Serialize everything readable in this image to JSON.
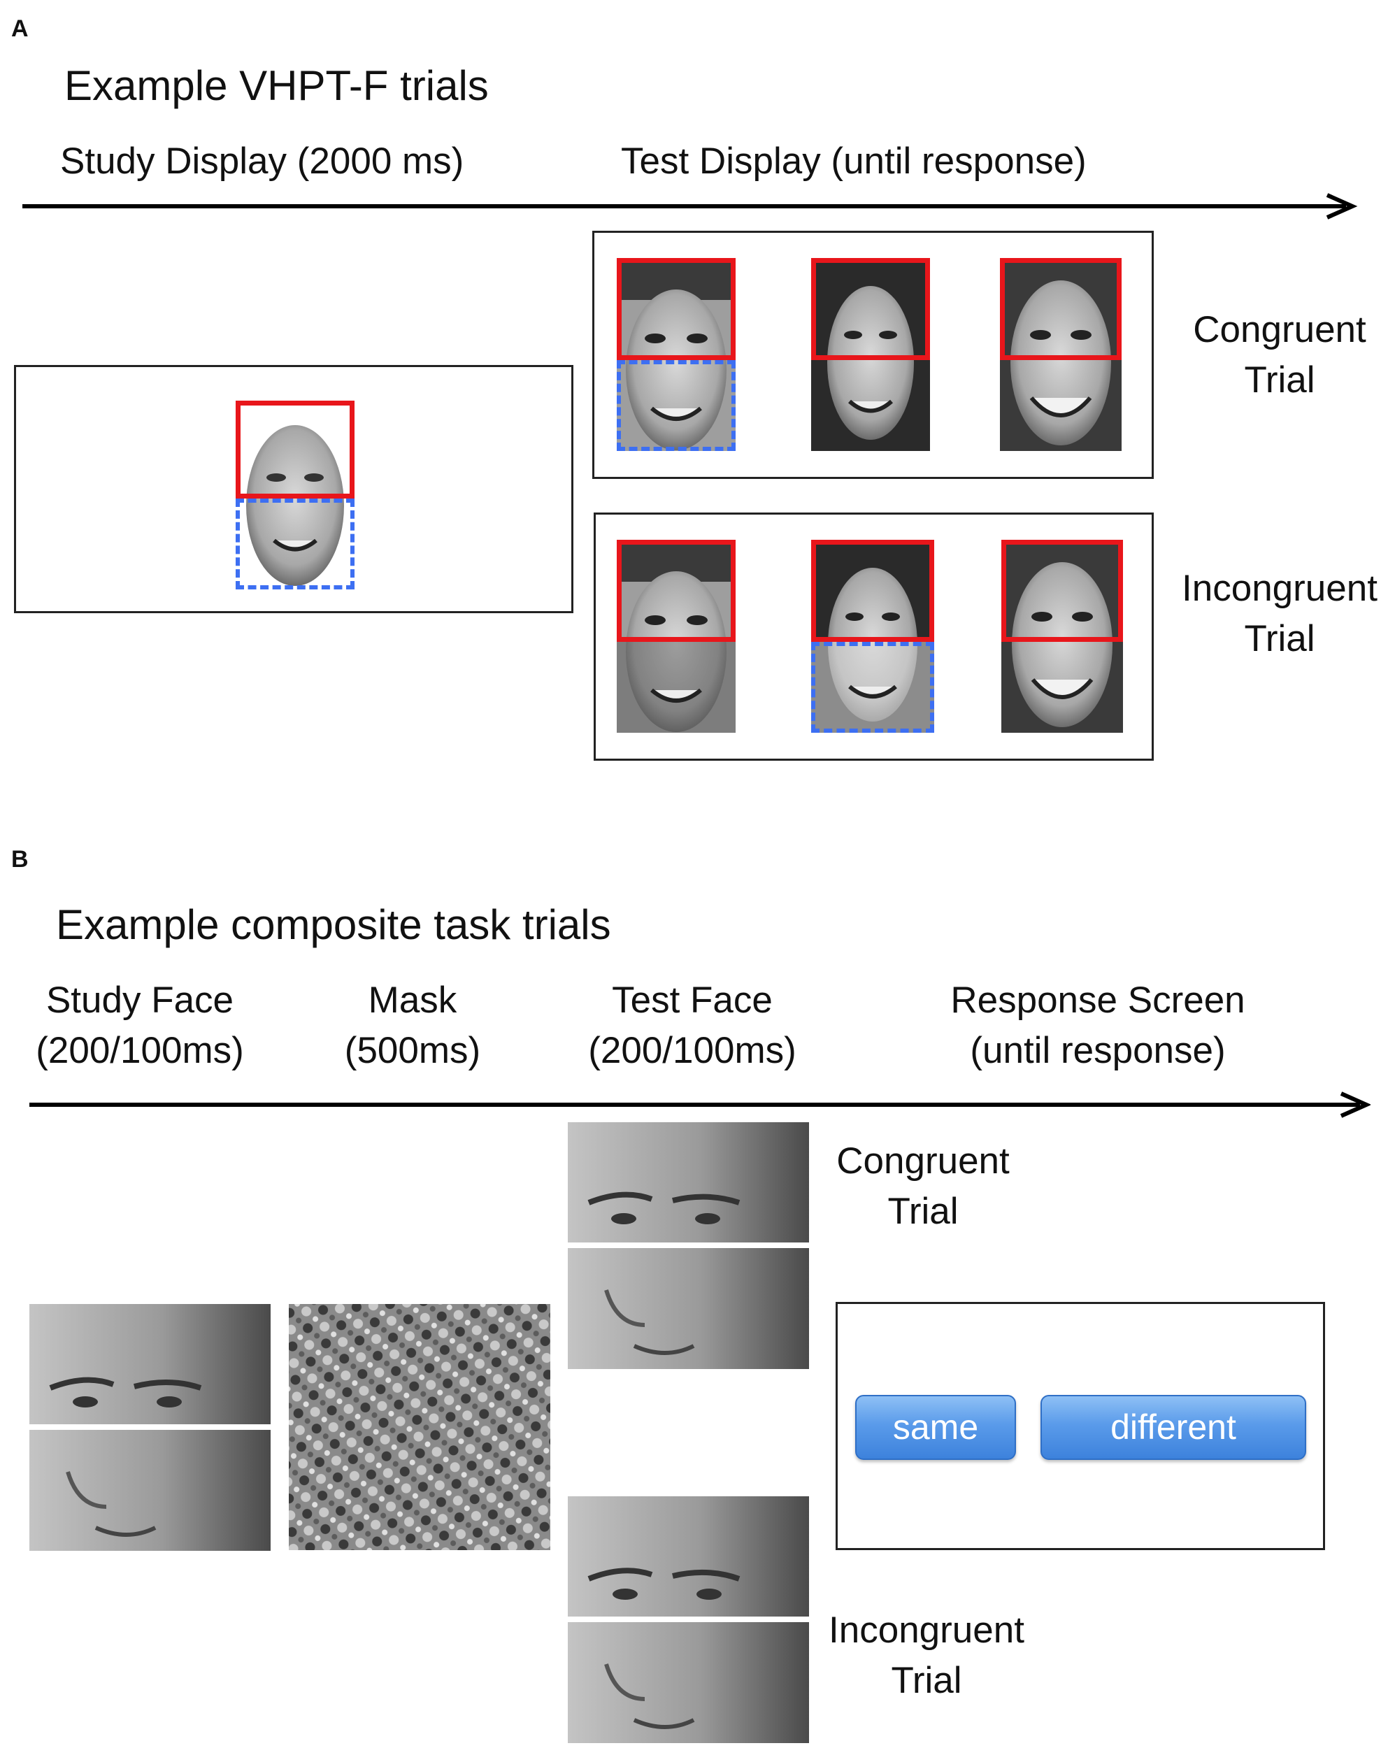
{
  "panel_a": {
    "letter": "A",
    "title": "Example VHPT-F trials",
    "study_label": "Study Display (2000 ms)",
    "test_label": "Test Display (until response)",
    "congruent_label": [
      "Congruent",
      "Trial"
    ],
    "incongruent_label": [
      "Incongruent",
      "Trial"
    ]
  },
  "panel_b": {
    "letter": "B",
    "title": "Example composite task trials",
    "stages": [
      {
        "line1": "Study Face",
        "line2": "(200/100ms)"
      },
      {
        "line1": "Mask",
        "line2": "(500ms)"
      },
      {
        "line1": "Test Face",
        "line2": "(200/100ms)"
      },
      {
        "line1": "Response Screen",
        "line2": "(until response)"
      }
    ],
    "congruent_label": [
      "Congruent",
      "Trial"
    ],
    "incongruent_label": [
      "Incongruent",
      "Trial"
    ],
    "buttons": {
      "same": "same",
      "different": "different"
    }
  },
  "colors": {
    "attended_half": "#e8161b",
    "unattended_half": "#3d6ff2",
    "button": "#4a8fe3"
  },
  "icons": [
    "face-photo",
    "mask-noise-image",
    "timeline-arrow"
  ]
}
